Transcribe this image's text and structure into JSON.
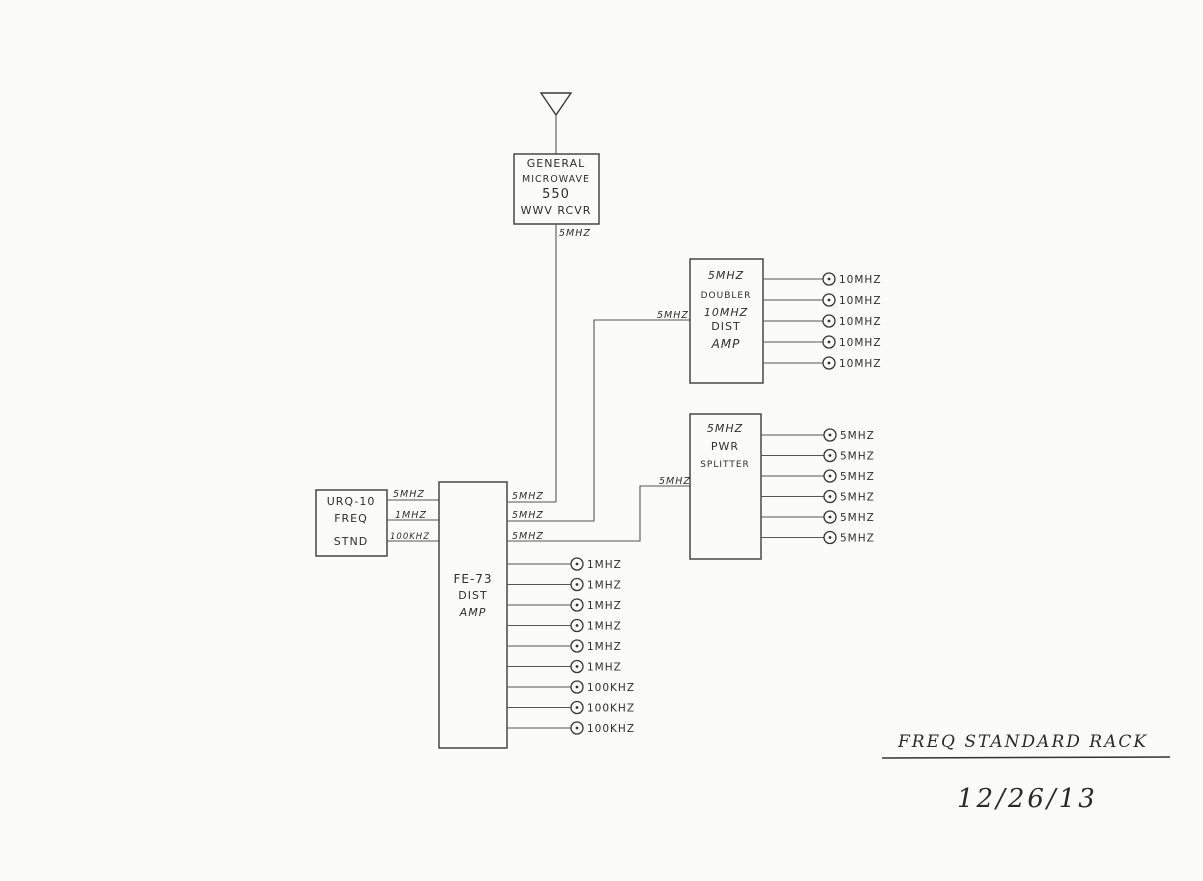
{
  "receiver": {
    "lines": [
      "GENERAL",
      "MICROWAVE",
      "550",
      "WWV RCVR"
    ],
    "output": "5MHZ"
  },
  "urq": {
    "lines": [
      "URQ-10",
      "FREQ",
      "STND"
    ],
    "outputs": [
      "5MHZ",
      "1MHZ",
      "100KHZ"
    ]
  },
  "fe73": {
    "lines": [
      "FE-73",
      "DIST",
      "AMP"
    ],
    "inputs": [
      "5MHZ",
      "5MHZ",
      "5MHZ"
    ],
    "outputs": [
      "1MHZ",
      "1MHZ",
      "1MHZ",
      "1MHZ",
      "1MHZ",
      "1MHZ",
      "100KHZ",
      "100KHZ",
      "100KHZ"
    ]
  },
  "doubler": {
    "lines": [
      "5MHZ",
      "DOUBLER",
      "10MHZ",
      "DIST",
      "AMP"
    ],
    "input": "5MHZ",
    "outputs": [
      "10MHZ",
      "10MHZ",
      "10MHZ",
      "10MHZ",
      "10MHZ"
    ]
  },
  "splitter": {
    "lines": [
      "5MHZ",
      "PWR",
      "SPLITTER"
    ],
    "input": "5MHZ",
    "outputs": [
      "5MHZ",
      "5MHZ",
      "5MHZ",
      "5MHZ",
      "5MHZ",
      "5MHZ"
    ]
  },
  "footer": {
    "title": "FREQ STANDARD RACK",
    "date": "12/26/13"
  }
}
